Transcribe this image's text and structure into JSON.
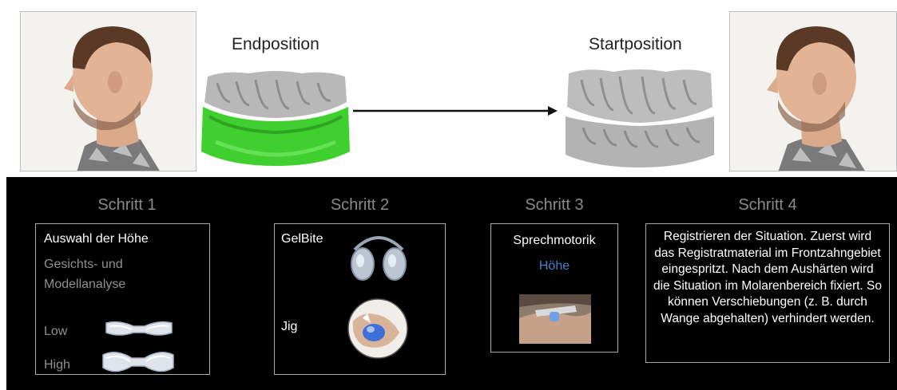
{
  "top": {
    "left_label": "Endposition",
    "right_label": "Startposition",
    "icons": [
      "profile-photo",
      "green-dental-model",
      "gray-dental-model"
    ]
  },
  "steps": [
    {
      "title": "Schritt 1",
      "heading": "Auswahl der Höhe",
      "sub": "Gesichts- und\nModellanalyse",
      "low": "Low",
      "high": "High"
    },
    {
      "title": "Schritt 2",
      "item1": "GelBite",
      "item2": "Jig"
    },
    {
      "title": "Schritt 3",
      "heading": "Sprechmotorik",
      "sub": "Höhe"
    },
    {
      "title": "Schritt 4",
      "text": "Registrieren der Situation. Zuerst wird das Registratmaterial im Frontzahngebiet eingespritzt. Nach dem Aushärten wird die Situation im Molarenbereich fixiert. So können Verschiebungen (z. B. durch Wange abgehalten) verhindert werden."
    }
  ],
  "colors": {
    "accent_blue": "#4a7fd1",
    "green_model": "#3fcf2f",
    "background": "#000000"
  }
}
